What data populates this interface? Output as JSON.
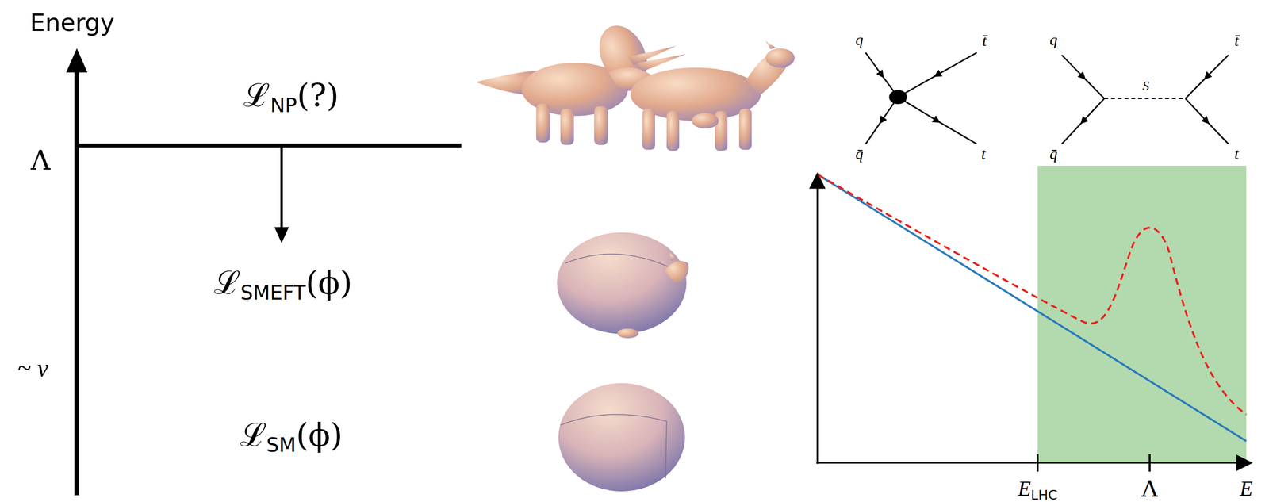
{
  "diagram": {
    "labels": [
      "Energy",
      "Λ",
      "~ v",
      "ℒ",
      "NP",
      "(?)",
      "ℒ",
      "SMEFT",
      "(ϕ)",
      "ℒ",
      "SM",
      "(ϕ)",
      "q",
      "t̄",
      "q̄",
      "t",
      "q",
      "t̄",
      "q̄",
      "t",
      "S",
      "E",
      "LHC",
      "Λ",
      "E"
    ]
  }
}
